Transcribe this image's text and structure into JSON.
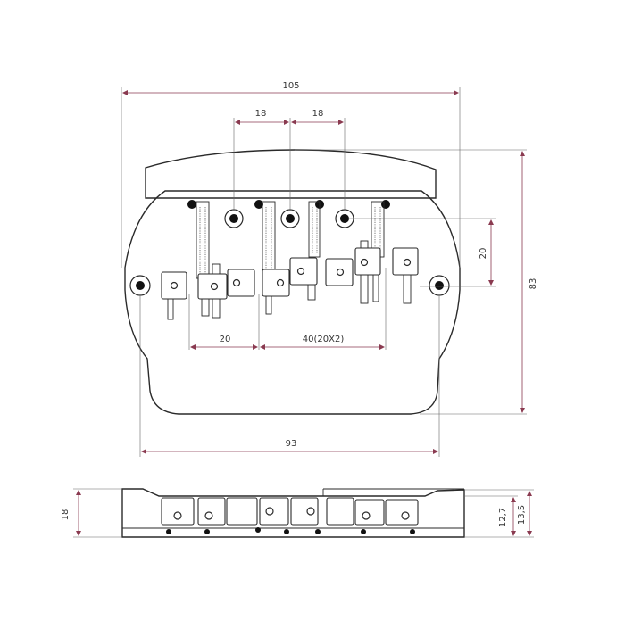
{
  "dimensions": {
    "overall_width": "105",
    "string_spacing_left": "18",
    "string_spacing_right": "18",
    "height": "83",
    "saddle_offset": "20",
    "saddle_spacing_single": "20",
    "saddle_spacing_double": "40(20X2)",
    "mount_hole_spacing": "93"
  },
  "side_view": {
    "total_height": "18",
    "saddle_height": "12,7",
    "top_height": "13,5"
  }
}
